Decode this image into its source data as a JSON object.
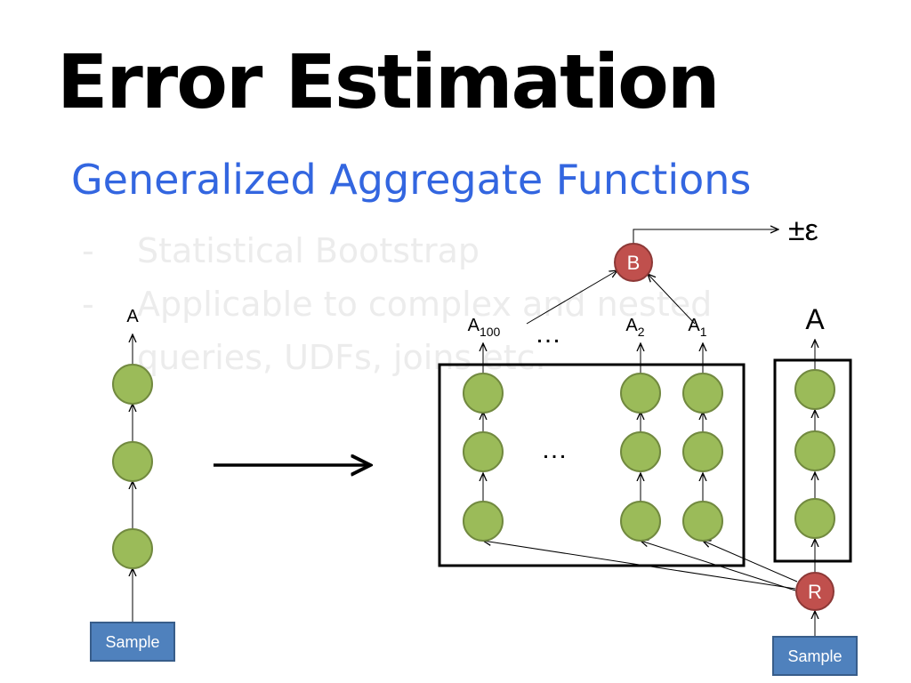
{
  "slide": {
    "title": "Error Estimation",
    "subtitle": "Generalized Aggregate Functions",
    "bullets": [
      {
        "marker": "-",
        "lines": [
          "Statistical Bootstrap"
        ]
      },
      {
        "marker": "-",
        "lines": [
          "Applicable to complex and nested",
          "queries, UDFs, joins etc."
        ]
      }
    ]
  },
  "diagram": {
    "left": {
      "output_label": "A",
      "input_label": "Sample"
    },
    "right": {
      "output_labels": {
        "a100": "A",
        "a100_sub": "100",
        "a2": "A",
        "a2_sub": "2",
        "a1": "A",
        "a1_sub": "1"
      },
      "ellipsis_top": "…",
      "ellipsis_middle": "…",
      "bootstrap_node": "B",
      "error_label": "±ε",
      "plain_output": "A",
      "resample_node": "R",
      "input_label": "Sample"
    },
    "colors": {
      "node_fill": "#9bbb59",
      "node_stroke": "#71893f",
      "red_node_fill": "#c0504d",
      "red_node_stroke": "#8c3836",
      "sample_box_fill": "#4f81bd",
      "sample_box_stroke": "#385d8a"
    }
  }
}
